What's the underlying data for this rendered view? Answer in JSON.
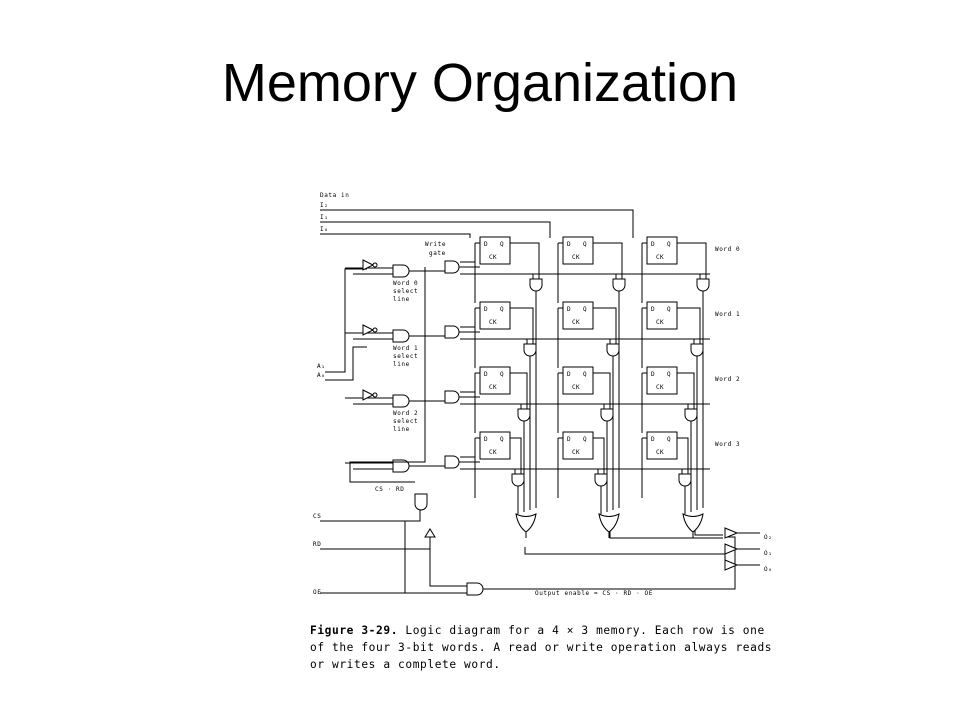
{
  "slide": {
    "title": "Memory Organization"
  },
  "diagram": {
    "labels": {
      "data_in": "Data in",
      "i2": "I₂",
      "i1": "I₁",
      "i0": "I₀",
      "write_gate_1": "Write",
      "write_gate_2": "gate",
      "a1": "A₁",
      "a0": "A₀",
      "cs_rd": "CS · RD",
      "cs": "CS",
      "rd": "RD",
      "oe": "OE",
      "output_enable": "Output enable = CS · RD · OE",
      "o2": "O₂",
      "o1": "O₁",
      "o0": "O₀",
      "ff_d": "D",
      "ff_q": "Q",
      "ff_ck": "CK"
    },
    "words": [
      "Word 0",
      "Word 1",
      "Word 2",
      "Word 3"
    ],
    "select_lines": [
      [
        "Word 0",
        "select",
        "line"
      ],
      [
        "Word 1",
        "select",
        "line"
      ],
      [
        "Word 2",
        "select",
        "line"
      ]
    ]
  },
  "caption": {
    "figure": "Figure 3-29.",
    "text": "Logic diagram for a 4 × 3 memory. Each row is one of the four 3-bit words. A read or write operation always reads or writes a complete word."
  }
}
